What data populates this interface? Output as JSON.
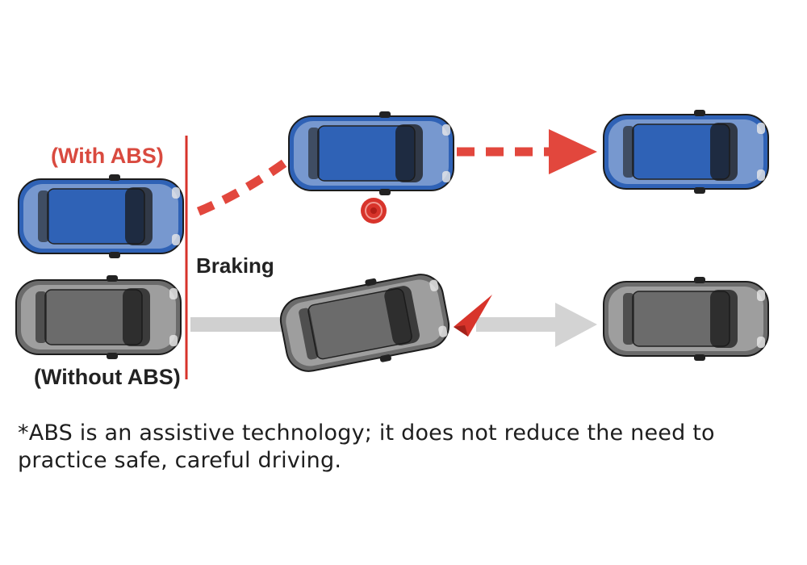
{
  "labels": {
    "with_abs": "(With ABS)",
    "without_abs": "(Without ABS)",
    "braking": "Braking"
  },
  "disclaimer": "*ABS is an assistive technology; it does not reduce the need to practice safe, careful driving.",
  "colors": {
    "abs_path": "#e2473d",
    "abs_label": "#d94a3f",
    "braking_line": "#d7332b",
    "blue_car": "#2f62b6",
    "grey_car": "#6b6b6b",
    "no_abs_path": "#cfcfcf",
    "hazard": "#d8342b"
  },
  "icons": [
    "blue-car-icon",
    "grey-car-icon",
    "obstacle-target-icon",
    "warning-triangle-icon"
  ]
}
